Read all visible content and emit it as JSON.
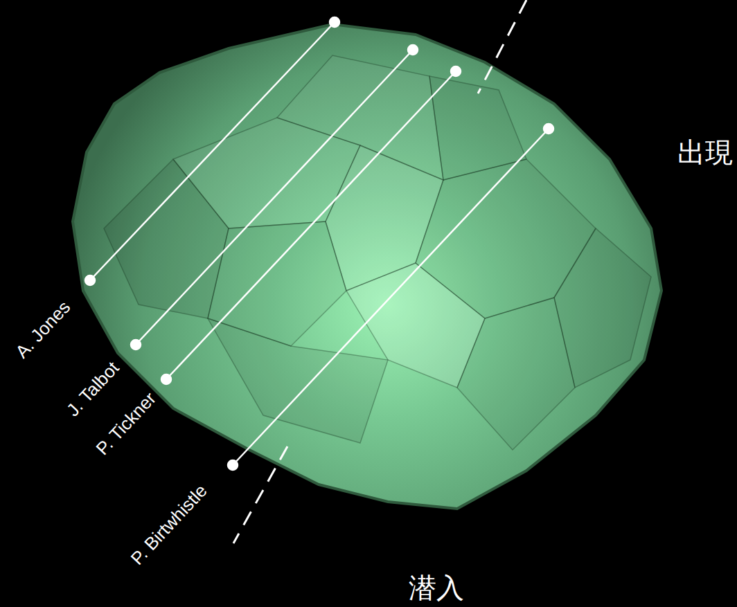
{
  "diagram": {
    "labels": [
      "A. Jones",
      "J. Talbot",
      "P. Tickner",
      "P. Birtwhistle",
      "出現",
      "潜入"
    ]
  }
}
